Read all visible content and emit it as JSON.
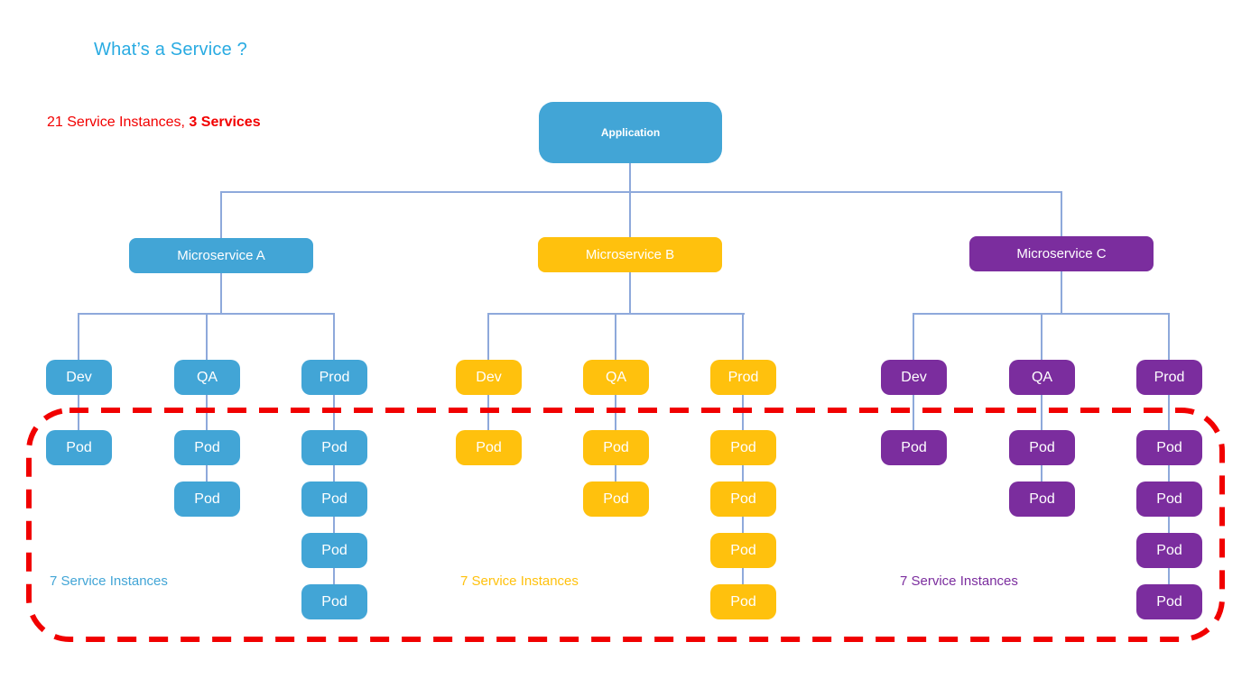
{
  "title": "What’s a Service ?",
  "summary": {
    "prefix": "21 Service Instances, ",
    "bold": "3 Services"
  },
  "root": {
    "label": "Application"
  },
  "groups": [
    {
      "name": "Microservice A",
      "accent": "#42A5D6",
      "instances_label": "7 Service Instances",
      "envs": [
        {
          "label": "Dev",
          "pods": [
            "Pod"
          ]
        },
        {
          "label": "QA",
          "pods": [
            "Pod",
            "Pod"
          ]
        },
        {
          "label": "Prod",
          "pods": [
            "Pod",
            "Pod",
            "Pod",
            "Pod"
          ]
        }
      ]
    },
    {
      "name": "Microservice B",
      "accent": "#FFC10D",
      "instances_label": "7 Service Instances",
      "envs": [
        {
          "label": "Dev",
          "pods": [
            "Pod"
          ]
        },
        {
          "label": "QA",
          "pods": [
            "Pod",
            "Pod"
          ]
        },
        {
          "label": "Prod",
          "pods": [
            "Pod",
            "Pod",
            "Pod",
            "Pod"
          ]
        }
      ]
    },
    {
      "name": "Microservice C",
      "accent": "#7B2D9E",
      "instances_label": "7 Service Instances",
      "envs": [
        {
          "label": "Dev",
          "pods": [
            "Pod"
          ]
        },
        {
          "label": "QA",
          "pods": [
            "Pod",
            "Pod"
          ]
        },
        {
          "label": "Prod",
          "pods": [
            "Pod",
            "Pod",
            "Pod",
            "Pod"
          ]
        }
      ]
    }
  ],
  "colors": {
    "title_text": "#29ABE2",
    "summary_text": "#F20000",
    "connector_line": "#8EA9DB",
    "highlight_border": "#F10000",
    "node_text": "#FFFFFF"
  }
}
